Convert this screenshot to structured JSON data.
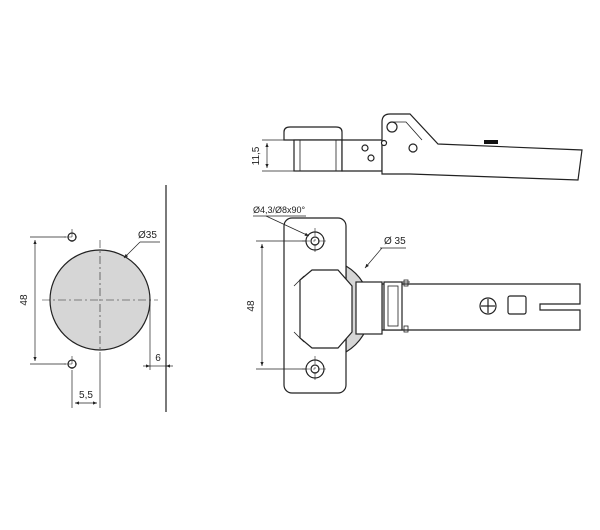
{
  "left_view": {
    "dim_cup_diameter": "Ø35",
    "dim_hole_spacing": "48",
    "dim_edge_offset": "6",
    "dim_hole_offset": "5,5"
  },
  "side_view": {
    "dim_height": "11,5"
  },
  "plan_view": {
    "dim_screw_holes": "Ø4,3/Ø8x90°",
    "dim_cup_diameter": "Ø 35",
    "dim_hole_spacing": "48"
  },
  "colors": {
    "line": "#222222",
    "cup_fill": "#d6d6d6",
    "arm_dark": "#111111"
  }
}
